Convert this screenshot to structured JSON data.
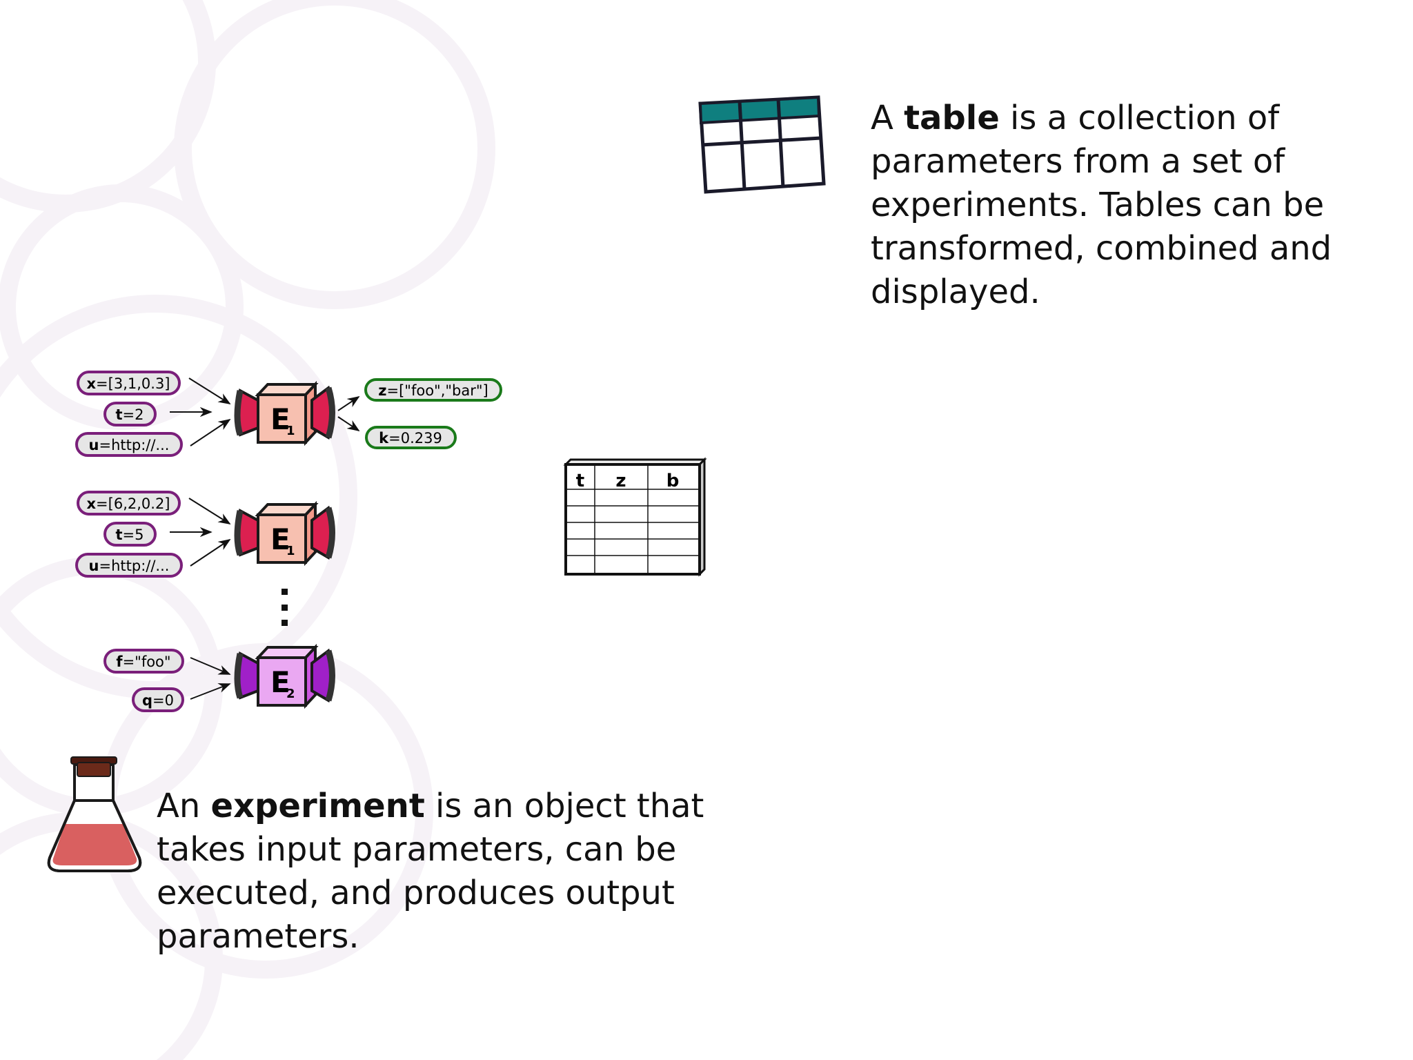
{
  "table_text": {
    "prefix": "A ",
    "keyword": "table",
    "rest": " is a collection of parameters from a set of experiments. Tables can be transformed, combined and displayed."
  },
  "experiment_text": {
    "prefix": "An ",
    "keyword": "experiment",
    "rest": " is an object that takes input parameters, can be executed, and produces output parameters."
  },
  "experiments": [
    {
      "label": "E",
      "subscript": "1",
      "inputs": [
        {
          "key": "x",
          "value": "=[3,1,0.3]"
        },
        {
          "key": "t",
          "value": "=2"
        },
        {
          "key": "u",
          "value": "=http://..."
        }
      ],
      "outputs": [
        {
          "key": "z",
          "value": "=[\"foo\",\"bar\"]"
        },
        {
          "key": "k",
          "value": "=0.239"
        }
      ]
    },
    {
      "label": "E",
      "subscript": "1",
      "inputs": [
        {
          "key": "x",
          "value": "=[6,2,0.2]"
        },
        {
          "key": "t",
          "value": "=5"
        },
        {
          "key": "u",
          "value": "=http://..."
        }
      ],
      "outputs": []
    },
    {
      "label": "E",
      "subscript": "2",
      "inputs": [
        {
          "key": "f",
          "value": "=\"foo\""
        },
        {
          "key": "q",
          "value": "=0"
        }
      ],
      "outputs": []
    }
  ],
  "result_table": {
    "columns": [
      "t",
      "z",
      "b"
    ]
  },
  "icons": {
    "table": "table-icon",
    "flask": "flask-icon",
    "ellipsis": "vertical-ellipsis-icon"
  },
  "colors": {
    "table_header": "#0f7f7f",
    "input_border": "#7a1f7a",
    "output_border": "#1a7a1a",
    "pill_fill": "#e6e6e6",
    "exp1_face": "#f7c0b0",
    "exp1_accent": "#dc2050",
    "exp2_face": "#eaa8f2",
    "exp2_accent": "#a020c8",
    "flask_liquid": "#d96060",
    "flask_cork": "#6b2a1a",
    "bg_circle": "#f4f0f6"
  }
}
